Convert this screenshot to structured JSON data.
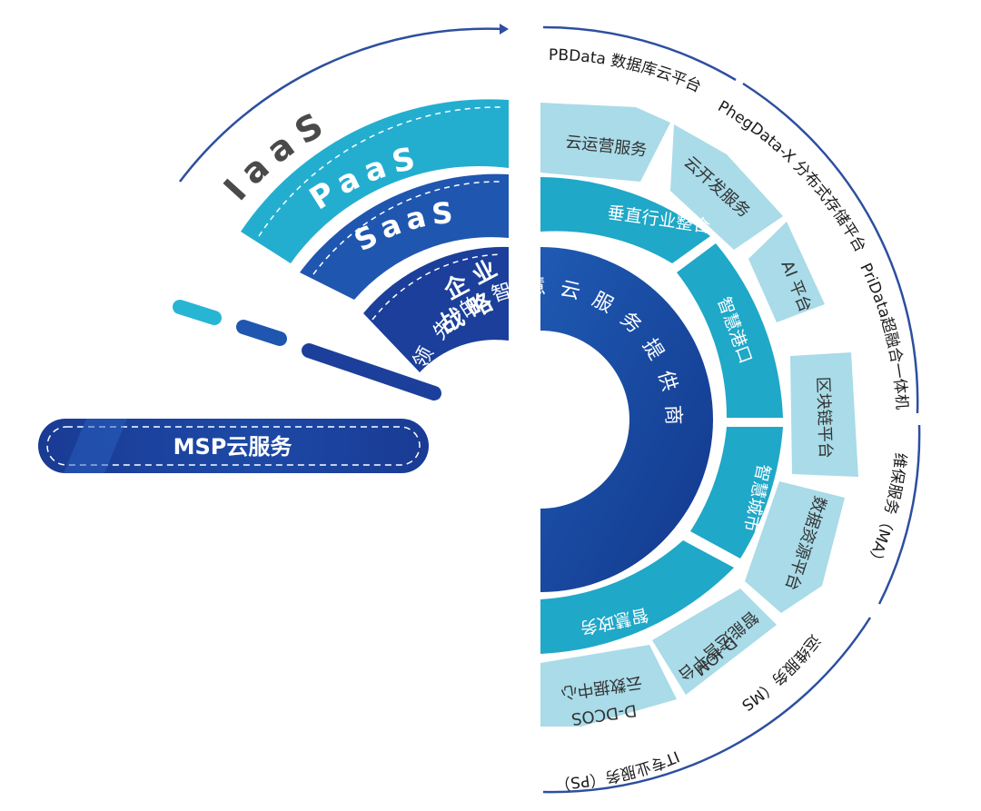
{
  "colors": {
    "dark_blue": "#1b3f9a",
    "mid_blue": "#1f56b0",
    "teal": "#18a9c9",
    "light_teal": "#a9dbe8",
    "arc_line": "#2d4fa0"
  },
  "left_fan": {
    "layers": [
      "IaaS",
      "PaaS",
      "SaaS",
      "企 业\n战 略"
    ],
    "iaas": "IaaS",
    "paas": "PaaS",
    "saas": "SaaS",
    "strategy_line1": "企 业",
    "strategy_line2": "战 略"
  },
  "msp_label": "MSP云服务",
  "core": {
    "text": "领先的智慧云服务提供商",
    "chars": [
      "领",
      "先",
      "的",
      "智",
      "慧",
      "云",
      "服",
      "务",
      "提",
      "供",
      "商"
    ]
  },
  "industry_ring": [
    "垂直行业整合",
    "智慧港口",
    "智慧城市",
    "智慧政务"
  ],
  "platform_ring": [
    "云运营服务",
    "云开发服务",
    "AI 平台",
    "区块链平台",
    "数据资源平台",
    "D-IOM\n智能运营平台",
    "D-DCOS\n云数据中心"
  ],
  "platform_labels": {
    "p0": "云运营服务",
    "p1": "云开发服务",
    "p2": "AI 平台",
    "p3": "区块链平台",
    "p4": "数据资源平台",
    "p5a": "D-IOM",
    "p5b": "智能运营平台",
    "p6a": "D-DCOS",
    "p6b": "云数据中心"
  },
  "outer_labels": {
    "pbdata": "PBData 数据库云平台",
    "phegdata": "PhegData-X 分布式存储平台",
    "pridata": "PriData超融合一体机",
    "ma": "维保服务（MA）",
    "ms": "运维服务（MS）",
    "ps": "IT专业服务（PS）"
  }
}
